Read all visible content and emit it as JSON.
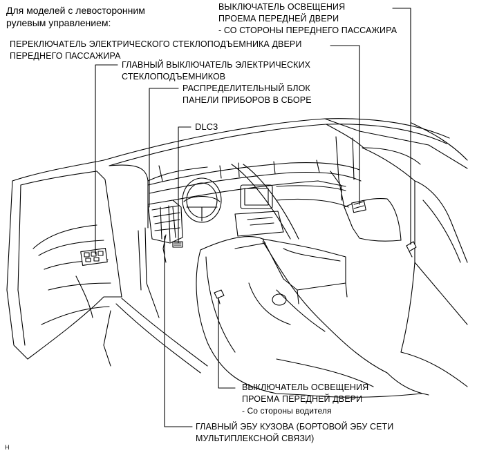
{
  "title": [
    "Для моделей с левосторонним",
    "рулевым управлением:"
  ],
  "labels": {
    "door_courtesy_passenger": {
      "lines": [
        "ВЫКЛЮЧАТЕЛЬ ОСВЕЩЕНИЯ",
        "ПРОЕМА ПЕРЕДНЕЙ ДВЕРИ",
        "- СО СТОРОНЫ ПЕРЕДНЕГО ПАССАЖИРА"
      ]
    },
    "power_window_switch_passenger": {
      "lines": [
        "ПЕРЕКЛЮЧАТЕЛЬ ЭЛЕКТРИЧЕСКОГО СТЕКЛОПОДЪЕМНИКА ДВЕРИ",
        "ПЕРЕДНЕГО ПАССАЖИРА"
      ]
    },
    "power_window_master_switch": {
      "lines": [
        "ГЛАВНЫЙ ВЫКЛЮЧАТЕЛЬ ЭЛЕКТРИЧЕСКИХ",
        "СТЕКЛОПОДЪЕМНИКОВ"
      ]
    },
    "instrument_panel_junction_block": {
      "lines": [
        "РАСПРЕДЕЛИТЕЛЬНЫЙ БЛОК",
        "ПАНЕЛИ ПРИБОРОВ В СБОРЕ"
      ]
    },
    "dlc3": {
      "lines": [
        "DLC3"
      ]
    },
    "door_courtesy_driver": {
      "lines": [
        "ВЫКЛЮЧАТЕЛЬ ОСВЕЩЕНИЯ",
        "ПРОЕМА ПЕРЕДНЕЙ ДВЕРИ",
        "- Со стороны водителя"
      ]
    },
    "main_body_ecu": {
      "lines": [
        "ГЛАВНЫЙ ЭБУ КУЗОВА (БОРТОВОЙ ЭБУ СЕТИ",
        "МУЛЬТИПЛЕКСНОЙ СВЯЗИ)"
      ]
    }
  },
  "corner_mark": "H"
}
